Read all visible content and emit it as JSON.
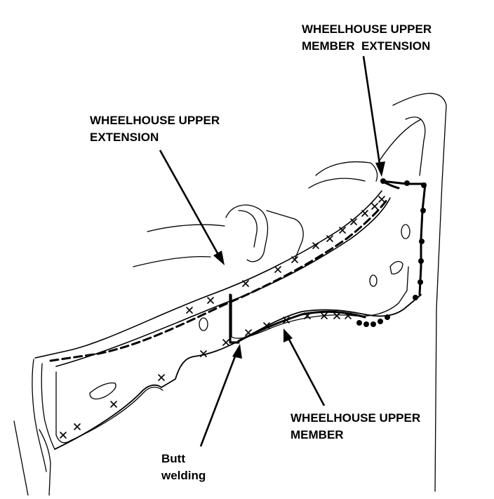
{
  "labels": {
    "member_extension": {
      "line1": "WHEELHOUSE UPPER",
      "line2": "MEMBER  EXTENSION"
    },
    "upper_extension": {
      "line1": "WHEELHOUSE UPPER",
      "line2": "EXTENSION"
    },
    "upper_member": {
      "line1": "WHEELHOUSE UPPER",
      "line2": "MEMBER"
    },
    "butt_welding": {
      "line1": "Butt",
      "line2": "welding"
    }
  },
  "colors": {
    "ink": "#000000",
    "background": "#ffffff"
  }
}
